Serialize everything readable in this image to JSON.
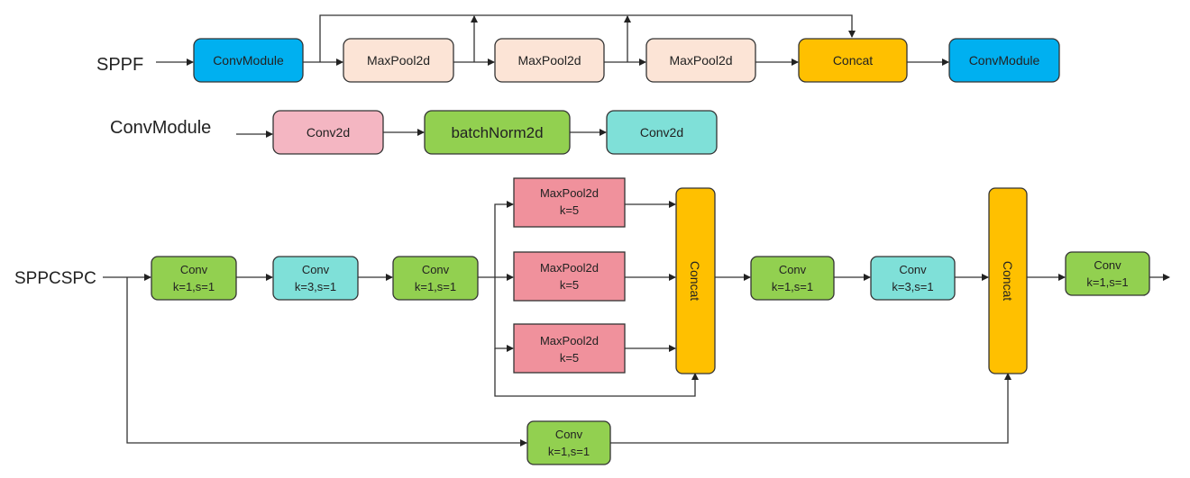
{
  "colors": {
    "convmodule": "#00b0f0",
    "maxpool_sppf": "#fce4d6",
    "concat": "#ffc000",
    "conv2d_pink": "#f4b6c2",
    "batchnorm": "#92d050",
    "conv2d_teal": "#7fe0d8",
    "conv_green": "#92d050",
    "conv_teal": "#7fe0d8",
    "maxpool_red": "#f0919c",
    "stroke": "#333333"
  },
  "sppf": {
    "label": "SPPF",
    "nodes": [
      "ConvModule",
      "MaxPool2d",
      "MaxPool2d",
      "MaxPool2d",
      "Concat",
      "ConvModule"
    ]
  },
  "convmodule": {
    "label": "ConvModule",
    "nodes": [
      "Conv2d",
      "batchNorm2d",
      "Conv2d"
    ]
  },
  "sppcspc": {
    "label": "SPPCSPC",
    "conv1": {
      "title": "Conv",
      "params": "k=1,s=1"
    },
    "conv2": {
      "title": "Conv",
      "params": "k=3,s=1"
    },
    "conv3": {
      "title": "Conv",
      "params": "k=1,s=1"
    },
    "maxpools": [
      {
        "title": "MaxPool2d",
        "params": "k=5"
      },
      {
        "title": "MaxPool2d",
        "params": "k=5"
      },
      {
        "title": "MaxPool2d",
        "params": "k=5"
      }
    ],
    "concat1": "Concat",
    "conv4": {
      "title": "Conv",
      "params": "k=1,s=1"
    },
    "conv5": {
      "title": "Conv",
      "params": "k=3,s=1"
    },
    "concat2": "Concat",
    "conv6": {
      "title": "Conv",
      "params": "k=1,s=1"
    },
    "shortcut_conv": {
      "title": "Conv",
      "params": "k=1,s=1"
    }
  }
}
